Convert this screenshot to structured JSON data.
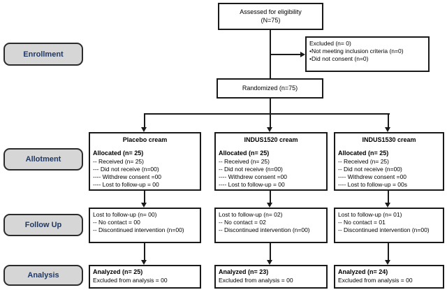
{
  "stages": [
    {
      "label": "Enrollment"
    },
    {
      "label": "Allotment"
    },
    {
      "label": "Follow Up"
    },
    {
      "label": "Analysis"
    }
  ],
  "enrollment": {
    "assessed": {
      "line1": "Assessed for eligibility",
      "line2": "(N=75)"
    },
    "excluded": {
      "title": "Excluded (n= 0)",
      "item1": "•Not meeting inclusion criteria (n=0)",
      "item2": "•Did not consent (n=0)"
    },
    "randomized": "Randomized (n=75)"
  },
  "arms": [
    {
      "title": "Placebo cream",
      "allocated_title": "Allocated (n= 25)",
      "allocated_lines": [
        "-- Received (n= 25)",
        "--- Did not receive (n=00)",
        "---- Withdrew consent =00",
        "---- Lost to follow-up = 00"
      ],
      "followup_lines": [
        "Lost to follow-up (n= 00)",
        "-- No contact = 00",
        "-- Discontinued intervention (n=00)"
      ],
      "analyzed_title": "Analyzed (n= 25)",
      "analyzed_line": "Excluded from analysis = 00"
    },
    {
      "title": "INDUS1520 cream",
      "allocated_title": "Allocated (n= 25)",
      "allocated_lines": [
        "-- Received (n= 25)",
        "-- Did not receive (n=00)",
        "---- Withdrew consent =00",
        "---- Lost to follow-up = 00"
      ],
      "followup_lines": [
        "Lost to follow-up (n= 02)",
        "-- No contact = 02",
        "-- Discontinued intervention (n=00)"
      ],
      "analyzed_title": "Analyzed (n= 23)",
      "analyzed_line": "Excluded from analysis = 00"
    },
    {
      "title": "INDUS1530 cream",
      "allocated_title": "Allocated (n= 25)",
      "allocated_lines": [
        "-- Received (n= 25)",
        "-- Did not receive (n=00)",
        "---- Withdrew consent =00",
        "---- Lost to follow-up = 00s"
      ],
      "followup_lines": [
        "Lost to follow-up (n= 01)",
        "-- No contact = 01",
        "-- Discontinued intervention (n=00)"
      ],
      "analyzed_title": "Analyzed (n= 24)",
      "analyzed_line": "Excluded from analysis = 00"
    }
  ],
  "colors": {
    "stage_fill": "#d6d6d6",
    "stage_text": "#1f3864",
    "box_border": "#1a1a1a"
  }
}
